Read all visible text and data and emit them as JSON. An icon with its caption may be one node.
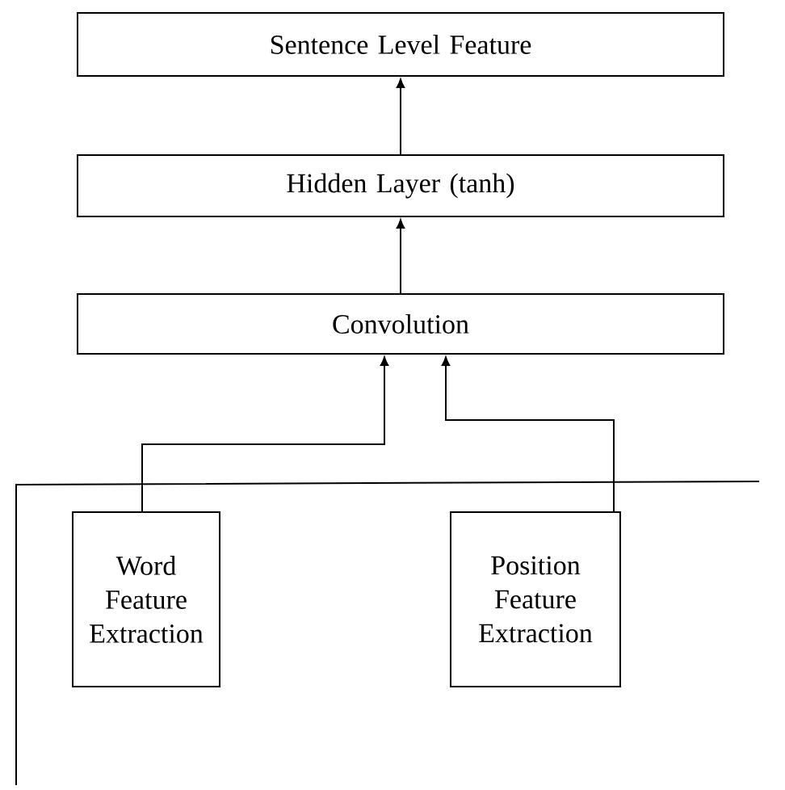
{
  "diagram": {
    "nodes": [
      {
        "text": [
          "Sentence Level Feature"
        ]
      },
      {
        "text": [
          "Hidden Layer (tanh)"
        ]
      },
      {
        "text": [
          "Convolution"
        ]
      },
      {
        "text": [
          "Word Feature Extraction"
        ]
      },
      {
        "text": [
          "Position Feature Extraction"
        ]
      }
    ],
    "edges": [
      {
        "from": 1,
        "to": 0,
        "arrow": "to"
      },
      {
        "from": 2,
        "to": 1,
        "arrow": "to"
      },
      {
        "from": 3,
        "to": 2,
        "arrow": "to"
      },
      {
        "from": 4,
        "to": 2,
        "arrow": "to"
      }
    ]
  }
}
